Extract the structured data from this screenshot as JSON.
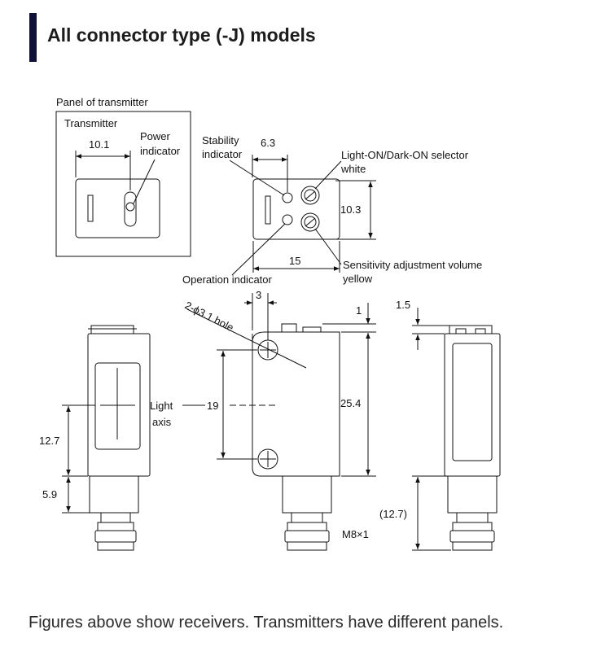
{
  "heading": {
    "title": "All connector type (-J) models"
  },
  "drawing": {
    "panel_of_transmitter": "Panel of transmitter",
    "transmitter": "Transmitter",
    "power_indicator_line1": "Power",
    "power_indicator_line2": "indicator",
    "dim_10_1": "10.1",
    "stability_line1": "Stability",
    "stability_line2": "indicator",
    "dim_6_3": "6.3",
    "light_on_selector_line1": "Light-ON/Dark-ON selector",
    "light_on_selector_line2": "white",
    "dim_10_3": "10.3",
    "dim_15": "15",
    "sensitivity_line1": "Sensitivity adjustment volume",
    "sensitivity_line2": "yellow",
    "operation_indicator": "Operation indicator",
    "dim_3": "3",
    "hole_label": "2-ϕ3.1 hole",
    "dim_1": "1",
    "dim_1_5": "1.5",
    "light_axis_line1": "Light",
    "light_axis_line2": "axis",
    "dim_19": "19",
    "dim_25_4": "25.4",
    "dim_12_7": "12.7",
    "dim_5_9": "5.9",
    "dim_12_7_paren": "(12.7)",
    "thread": "M8×1"
  },
  "caption": {
    "text": "Figures above show receivers. Transmitters have different panels."
  }
}
